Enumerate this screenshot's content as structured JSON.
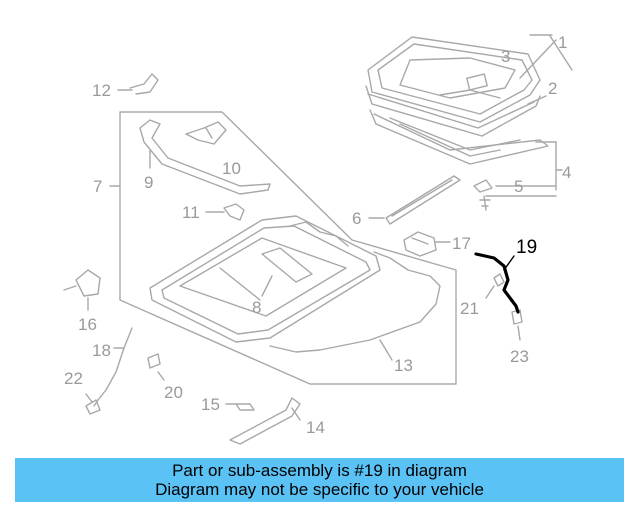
{
  "diagram": {
    "callouts": [
      "1",
      "2",
      "3",
      "4",
      "5",
      "6",
      "7",
      "8",
      "9",
      "10",
      "11",
      "12",
      "13",
      "14",
      "15",
      "16",
      "17",
      "18",
      "19",
      "20",
      "21",
      "22",
      "23"
    ],
    "highlighted_callout": "19",
    "colors": {
      "line": "#a8a8a8",
      "highlight": "#000000",
      "label": "#9a9a9a"
    }
  },
  "banner": {
    "line1": "Part or sub-assembly is #19 in diagram",
    "line2": "Diagram may not be specific to your vehicle",
    "background": "#5bc2f5"
  }
}
